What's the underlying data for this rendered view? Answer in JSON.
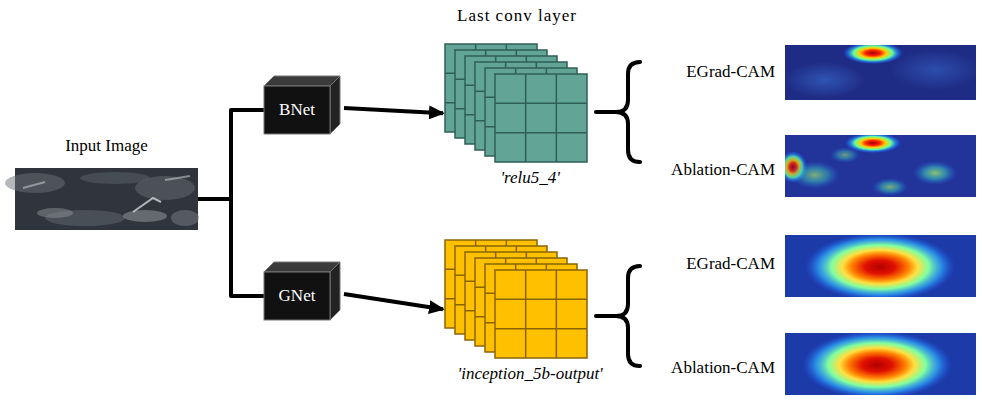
{
  "diagram": {
    "nodes": [
      {
        "text": [
          "Input Image"
        ]
      },
      {
        "text": [
          "BNet"
        ]
      },
      {
        "text": [
          "GNet"
        ]
      },
      {
        "text": [
          "'relu5_4'"
        ]
      },
      {
        "text": [
          "'inception_5b-output'"
        ]
      }
    ],
    "edges": [
      {
        "from": 0,
        "to": 1,
        "arrow": "none"
      },
      {
        "from": 0,
        "to": 2,
        "arrow": "none"
      },
      {
        "from": 1,
        "to": 3,
        "arrow": "to"
      },
      {
        "from": 2,
        "to": 4,
        "arrow": "to"
      }
    ],
    "labels": [
      "Last conv layer",
      "EGrad-CAM",
      "Ablation-CAM",
      "EGrad-CAM",
      "Ablation-CAM"
    ]
  }
}
